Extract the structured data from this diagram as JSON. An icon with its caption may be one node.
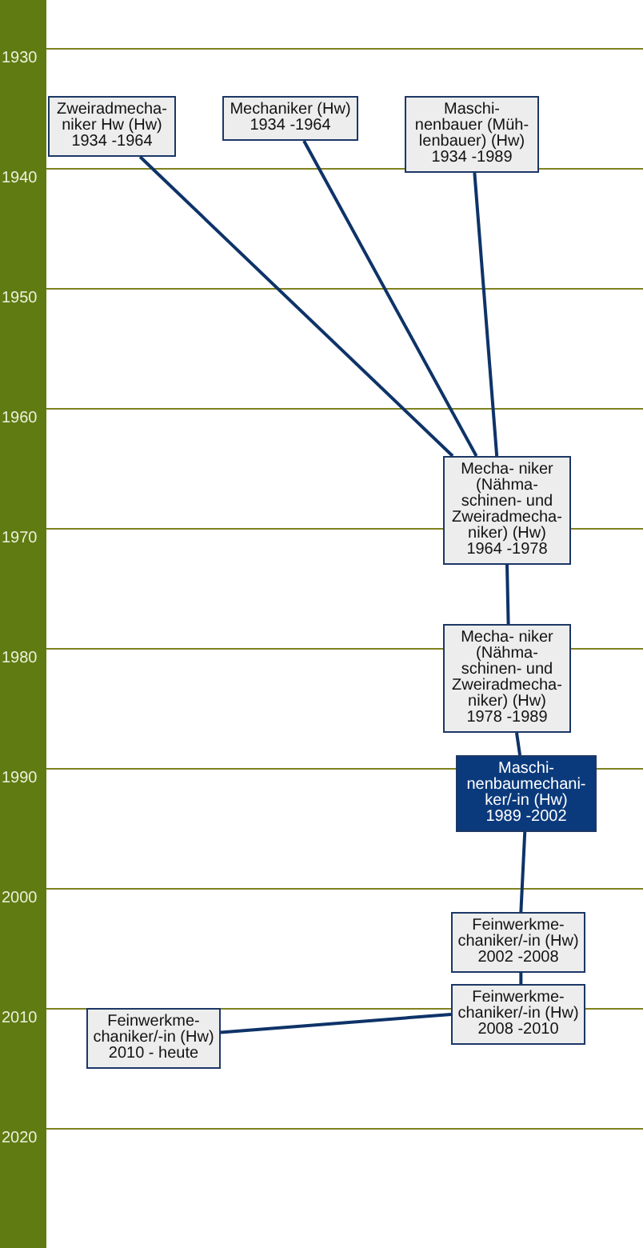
{
  "diagram": {
    "nodes": [
      {
        "text": [
          "Zweiradmecha- niker Hw (Hw)",
          "1934 -1964"
        ]
      },
      {
        "text": [
          "Mechaniker (Hw)",
          "1934 -1964"
        ]
      },
      {
        "text": [
          "Maschi- nenbauer (Müh- lenbauer) (Hw)",
          "1934 -1989"
        ]
      },
      {
        "text": [
          "Mecha- niker (Nähma- schinen- und Zweiradmecha- niker) (Hw)",
          "1964 -1978"
        ]
      },
      {
        "text": [
          "Mecha- niker (Nähma- schinen- und Zweiradmecha- niker) (Hw)",
          "1978 -1989"
        ]
      },
      {
        "text": [
          "Maschi- nenbaumechani- ker/-in (Hw)",
          "1989 -2002"
        ]
      },
      {
        "text": [
          "Feinwerkme- chaniker/-in (Hw)",
          "2002 -2008"
        ]
      },
      {
        "text": [
          "Feinwerkme- chaniker/-in (Hw)",
          "2008 -2010"
        ]
      },
      {
        "text": [
          "Feinwerkme- chaniker/-in (Hw)",
          "2010 - heute"
        ]
      }
    ],
    "edges": [
      {
        "from": 0,
        "to": 3,
        "arrow": "none"
      },
      {
        "from": 1,
        "to": 3,
        "arrow": "none"
      },
      {
        "from": 2,
        "to": 3,
        "arrow": "none"
      },
      {
        "from": 3,
        "to": 4,
        "arrow": "none"
      },
      {
        "from": 4,
        "to": 5,
        "arrow": "none"
      },
      {
        "from": 5,
        "to": 6,
        "arrow": "none"
      },
      {
        "from": 6,
        "to": 7,
        "arrow": "none"
      },
      {
        "from": 7,
        "to": 8,
        "arrow": "none"
      }
    ],
    "labels": [
      "1930",
      "1940",
      "1950",
      "1960",
      "1970",
      "1980",
      "1990",
      "2000",
      "2010",
      "2020"
    ]
  }
}
